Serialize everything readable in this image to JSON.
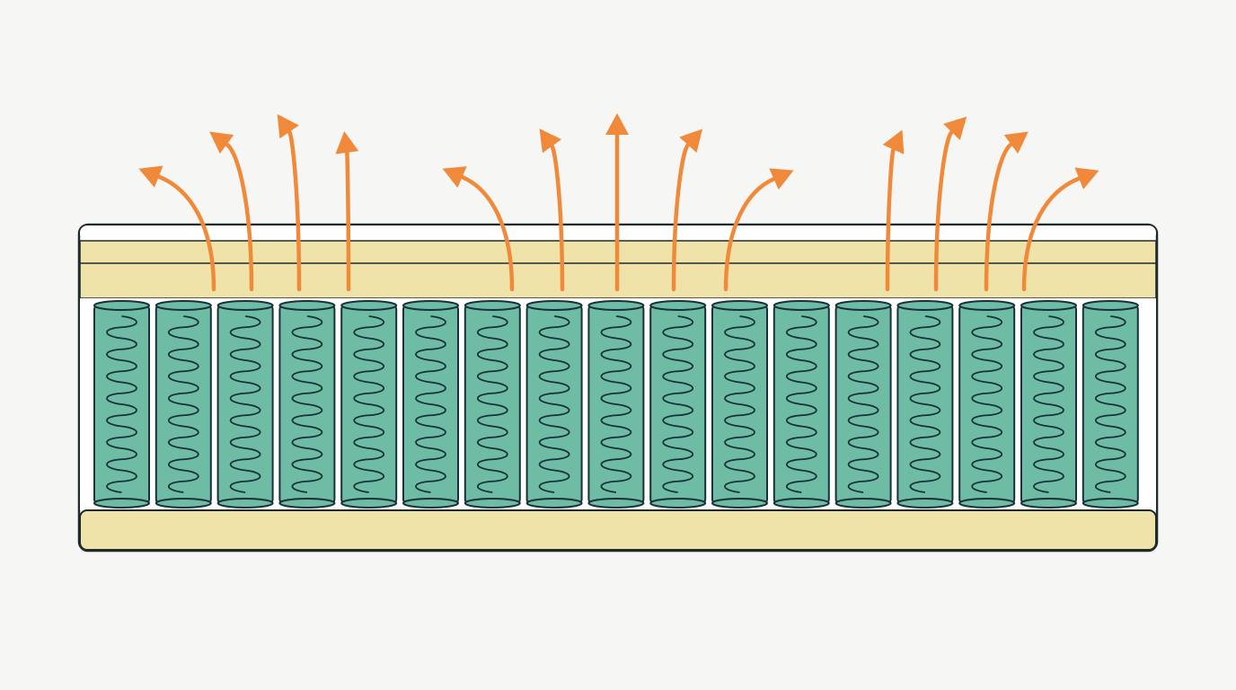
{
  "diagram": {
    "subject": "pocket-spring-mattress-cross-section-airflow",
    "spring_count": 17,
    "airflow_arrow_groups": [
      4,
      5,
      4
    ],
    "colors": {
      "background": "#f6f6f4",
      "outline": "#1d2b2b",
      "cover": "#ffffff",
      "comfort_layer": "#f0e3a9",
      "base_layer": "#f0e3a9",
      "spring_pocket": "#6fbca5",
      "spring_coil": "#17303a",
      "airflow_arrow": "#f08a3a"
    }
  }
}
